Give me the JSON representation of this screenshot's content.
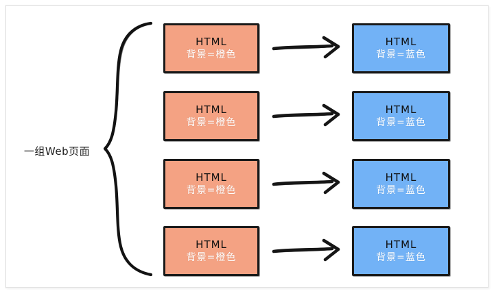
{
  "diagram": {
    "type": "flow-transformation",
    "group_label": "一组Web页面",
    "colors": {
      "source_fill": "#f4a283",
      "target_fill": "#72b2f6",
      "stroke": "#1a1a1a",
      "canvas": "#ffffff",
      "frame_border": "#e3e3e3",
      "sub_text": "#ffffff",
      "title_text": "#101010"
    },
    "icons": {
      "brace": "curly-brace-icon",
      "arrow": "right-arrow-icon"
    },
    "rows": [
      {
        "source": {
          "title": "HTML",
          "subtitle": "背景=橙色"
        },
        "arrow": "→",
        "target": {
          "title": "HTML",
          "subtitle": "背景=蓝色"
        }
      },
      {
        "source": {
          "title": "HTML",
          "subtitle": "背景=橙色"
        },
        "arrow": "→",
        "target": {
          "title": "HTML",
          "subtitle": "背景=蓝色"
        }
      },
      {
        "source": {
          "title": "HTML",
          "subtitle": "背景=橙色"
        },
        "arrow": "→",
        "target": {
          "title": "HTML",
          "subtitle": "背景=蓝色"
        }
      },
      {
        "source": {
          "title": "HTML",
          "subtitle": "背景=橙色"
        },
        "arrow": "→",
        "target": {
          "title": "HTML",
          "subtitle": "背景=蓝色"
        }
      }
    ]
  }
}
